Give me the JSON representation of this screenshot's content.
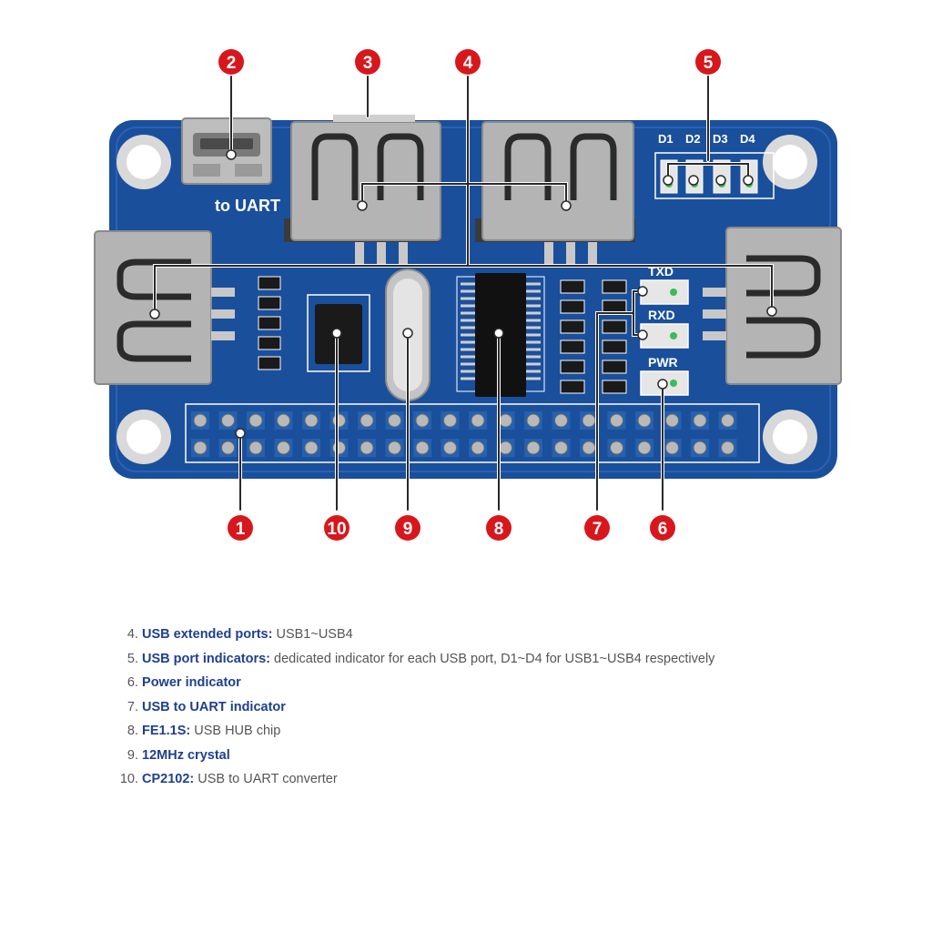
{
  "board": {
    "labels": {
      "to_uart": "to UART",
      "d1": "D1",
      "d2": "D2",
      "d3": "D3",
      "d4": "D4",
      "txd": "TXD",
      "rxd": "RXD",
      "pwr": "PWR"
    },
    "colors": {
      "pcb": "#1a4f9c",
      "callout": "#d8171c",
      "silkscreen": "#ffffff",
      "metal": "#a9a9a9"
    }
  },
  "callouts": [
    "1",
    "2",
    "3",
    "4",
    "5",
    "6",
    "7",
    "8",
    "9",
    "10"
  ],
  "legend": [
    {
      "num": "4.",
      "term": "USB extended ports:",
      "desc": " USB1~USB4"
    },
    {
      "num": "5.",
      "term": "USB port indicators:",
      "desc": " dedicated indicator for each USB port, D1~D4 for USB1~USB4 respectively"
    },
    {
      "num": "6.",
      "term": "Power indicator",
      "desc": ""
    },
    {
      "num": "7.",
      "term": "USB to UART indicator",
      "desc": ""
    },
    {
      "num": "8.",
      "term": "FE1.1S:",
      "desc": " USB HUB chip"
    },
    {
      "num": "9.",
      "term": "12MHz crystal",
      "desc": ""
    },
    {
      "num": "10.",
      "term": "CP2102:",
      "desc": " USB to UART converter"
    }
  ]
}
